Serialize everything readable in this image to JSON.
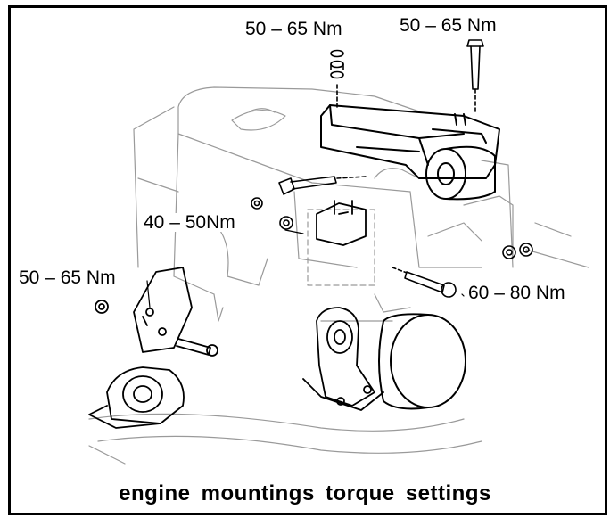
{
  "labels": {
    "torque_top_left": "50 – 65 Nm",
    "torque_top_right": "50 – 65 Nm",
    "torque_middle_left": "40 – 50Nm",
    "torque_left": "50 – 65 Nm",
    "torque_right": "60 – 80 Nm"
  },
  "caption": "engine mountings torque settings"
}
